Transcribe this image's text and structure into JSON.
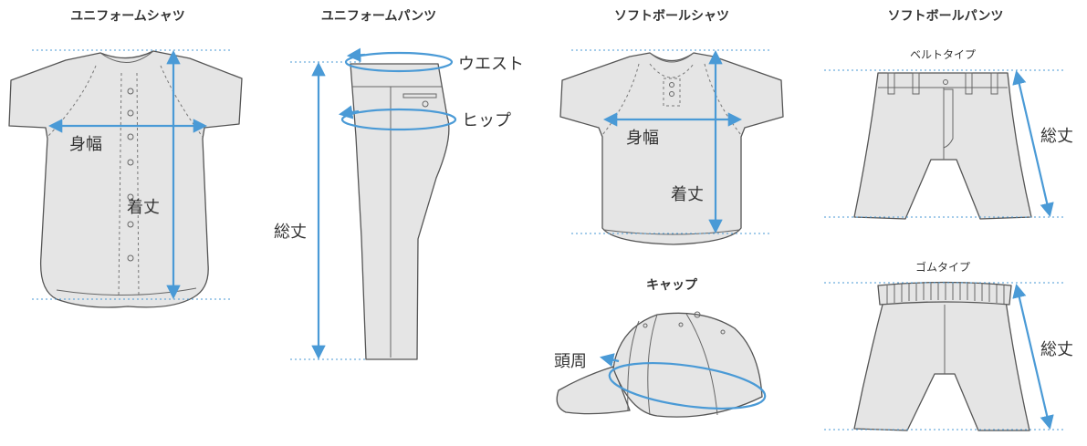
{
  "titles": {
    "uniform_shirt": "ユニフォームシャツ",
    "uniform_pants": "ユニフォームパンツ",
    "softball_shirt": "ソフトボールシャツ",
    "softball_pants": "ソフトボールパンツ",
    "cap": "キャップ"
  },
  "subtitles": {
    "belt_type": "ベルトタイプ",
    "rubber_type": "ゴムタイプ"
  },
  "labels": {
    "chest_width": "身幅",
    "body_length": "着丈",
    "total_length": "総丈",
    "waist": "ウエスト",
    "hip": "ヒップ",
    "head_circ": "頭周"
  },
  "colors": {
    "measure": "#4a9ad6",
    "garment_fill": "#e5e5e5",
    "garment_stroke": "#555555"
  }
}
